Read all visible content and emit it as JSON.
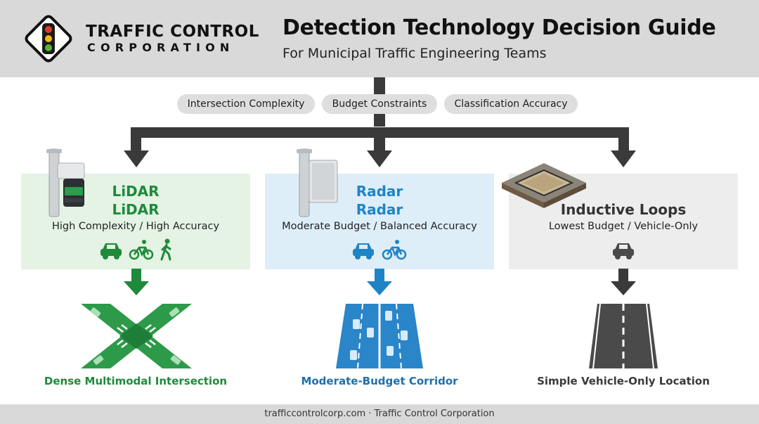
{
  "header": {
    "brand_line1": "TRAFFIC CONTROL",
    "brand_line2": "CORPORATION",
    "title": "Detection Technology Decision Guide",
    "subtitle": "For Municipal Traffic Engineering Teams"
  },
  "criteria": [
    "Intersection Complexity",
    "Budget Constraints",
    "Classification Accuracy"
  ],
  "options": [
    {
      "name_line1": "LiDAR",
      "name_line2": "LiDAR",
      "description": "High Complexity / High Accuracy",
      "modes": [
        "car-icon",
        "bicycle-icon",
        "pedestrian-icon"
      ],
      "outcome": "Dense Multimodal Intersection",
      "color": "#1e8a3c",
      "card_color": "#e4f3e3"
    },
    {
      "name_line1": "Radar",
      "name_line2": "Radar",
      "description": "Moderate Budget / Balanced Accuracy",
      "modes": [
        "car-icon",
        "bicycle-icon"
      ],
      "outcome": "Moderate-Budget Corridor",
      "color": "#1f84c6",
      "card_color": "#deeef8"
    },
    {
      "name_line1": "Inductive Loops",
      "description": "Lowest Budget / Vehicle-Only",
      "modes": [
        "car-icon"
      ],
      "outcome": "Simple Vehicle-Only Location",
      "color": "#4a4a4a",
      "card_color": "#ededed"
    }
  ],
  "footer": "trafficcontrolcorp.com · Traffic Control Corporation",
  "colors": {
    "header_bg": "#d9d9d9",
    "arrow": "#3a3a3a",
    "lidar": "#1e8a3c",
    "radar": "#1f84c6",
    "loops": "#4a4a4a"
  }
}
